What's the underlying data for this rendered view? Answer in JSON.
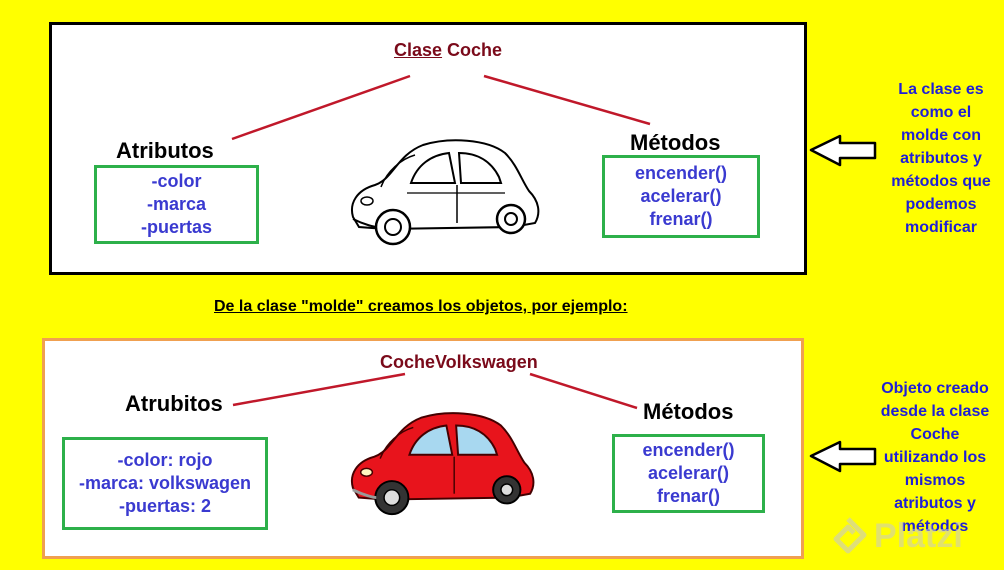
{
  "top_panel": {
    "title_underlined": "Clase",
    "title_rest": " Coche",
    "attributes_heading": "Atributos",
    "attributes": [
      "-color",
      "-marca",
      "-puertas"
    ],
    "methods_heading": "Métodos",
    "methods": [
      "encender()",
      "acelerar()",
      "frenar()"
    ],
    "car_color": "#ffffff"
  },
  "middle_caption": "De la clase \"molde\" creamos los objetos, por ejemplo:",
  "bottom_panel": {
    "title": "CocheVolkswagen",
    "attributes_heading": "Atrubitos",
    "attributes": [
      "-color: rojo",
      "-marca: volkswagen",
      "-puertas: 2"
    ],
    "methods_heading": "Métodos",
    "methods": [
      "encender()",
      "acelerar()",
      "frenar()"
    ],
    "car_color": "#e8141c"
  },
  "side_notes": {
    "top": [
      "La clase es",
      "como el",
      "molde con",
      "atributos y",
      "métodos que",
      "podemos",
      "modificar"
    ],
    "bottom": [
      "Objeto creado",
      "desde la clase",
      "Coche",
      "utilizando los",
      "mismos",
      "atributos y",
      "métodos"
    ]
  },
  "watermark": "Platzi",
  "colors": {
    "background": "#ffff00",
    "title": "#7a0a1a",
    "connector": "#c0182a",
    "box_border": "#2db04a",
    "items": "#3a3ad0",
    "side_text": "#1f1fd6"
  }
}
